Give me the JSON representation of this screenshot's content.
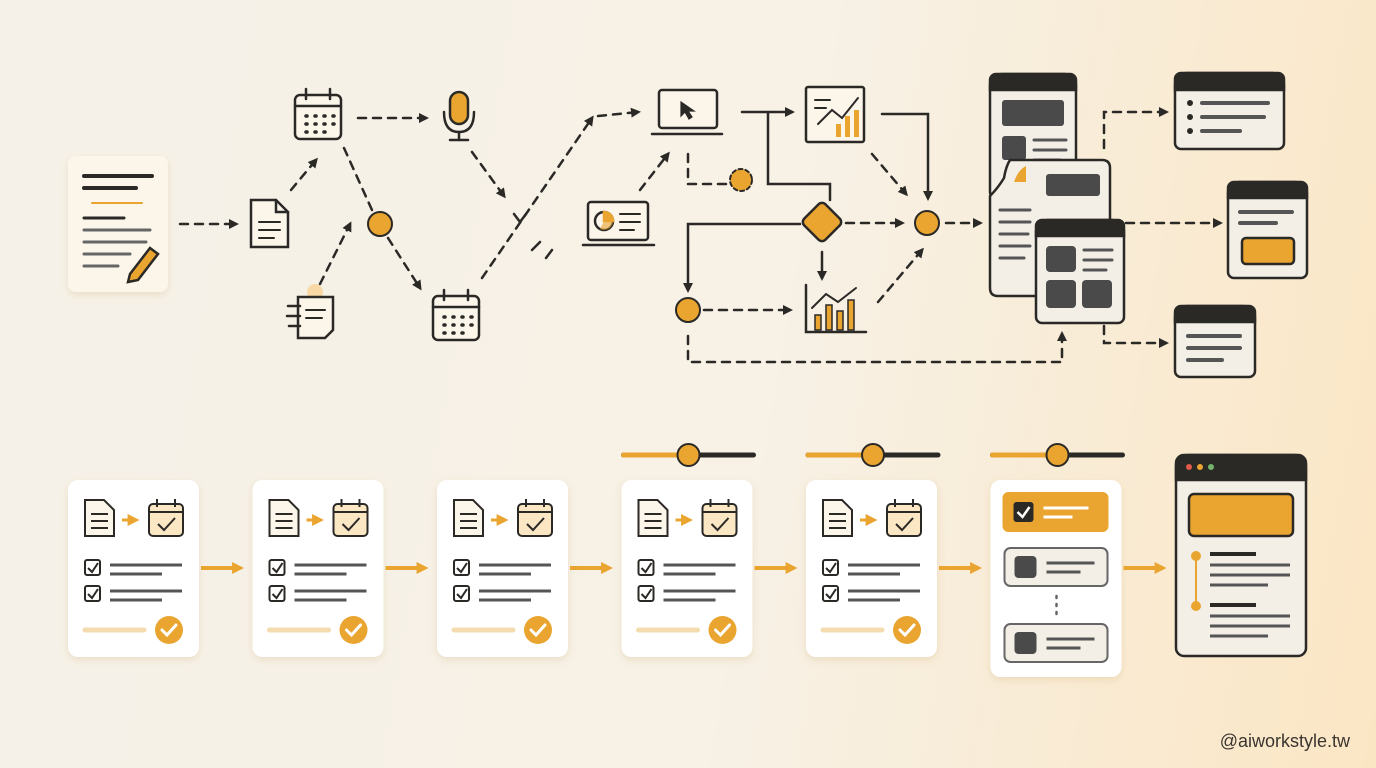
{
  "watermark": "@aiworkstyle.tw",
  "colors": {
    "accent": "#e9a530",
    "ink": "#2b2926",
    "card": "#ffffff",
    "panel": "#f3efe7",
    "muted": "#555555",
    "bar": "#f4dcb0"
  },
  "icons": {
    "source": "document-pencil-icon",
    "doc": "document-icon",
    "note": "hand-note-icon",
    "calendar": "calendar-icon",
    "mic": "microphone-icon",
    "laptop": "laptop-cursor-icon",
    "presentation": "pie-chart-screen-icon",
    "chart": "bar-chart-icon",
    "decision": "decision-diamond-icon",
    "node": "node-circle-icon",
    "window": "app-window-icon",
    "check": "check-badge-icon"
  },
  "pipeline": {
    "stage_count": 7,
    "slider_levels": [
      0.5,
      0.5,
      0.5
    ]
  }
}
